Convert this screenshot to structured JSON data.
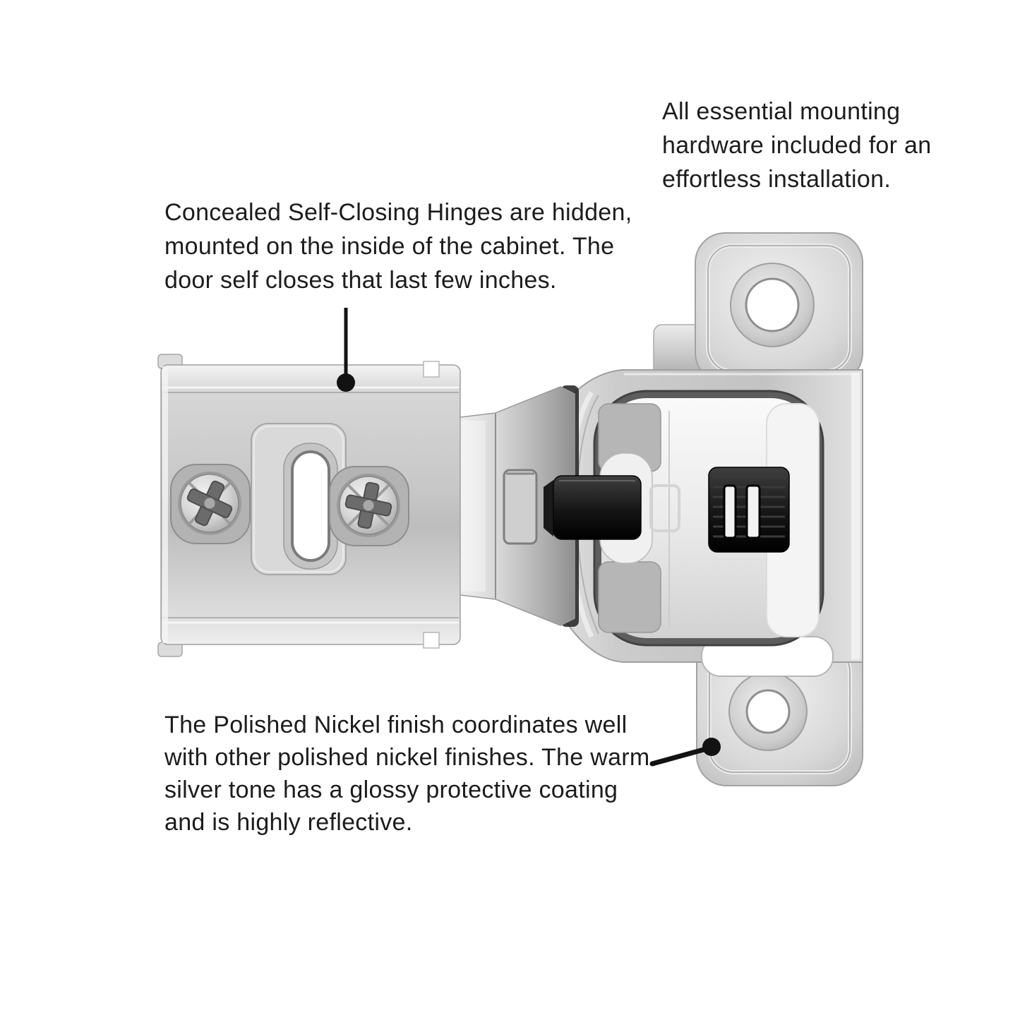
{
  "background_color": "#ffffff",
  "text_color": "#1c1c1c",
  "callout_color": "#121212",
  "metal_color": "#c9c9c9",
  "plastic_white_color": "#ededed",
  "plastic_black_color": "#161616",
  "figure": {
    "name": "concealed-self-closing-hinge-photo"
  },
  "callouts": {
    "top_right": {
      "lines": [
        "All essential mounting",
        "hardware included for an",
        "effortless installation."
      ]
    },
    "left": {
      "lines": [
        "Concealed Self-Closing Hinges are hidden,",
        "mounted on the inside of the cabinet. The",
        "door self closes that last few inches."
      ]
    },
    "bottom_left": {
      "lines": [
        "The Polished Nickel finish coordinates well",
        "with other polished nickel finishes. The warm",
        "silver tone has a glossy protective coating",
        "and is highly reflective."
      ]
    }
  }
}
